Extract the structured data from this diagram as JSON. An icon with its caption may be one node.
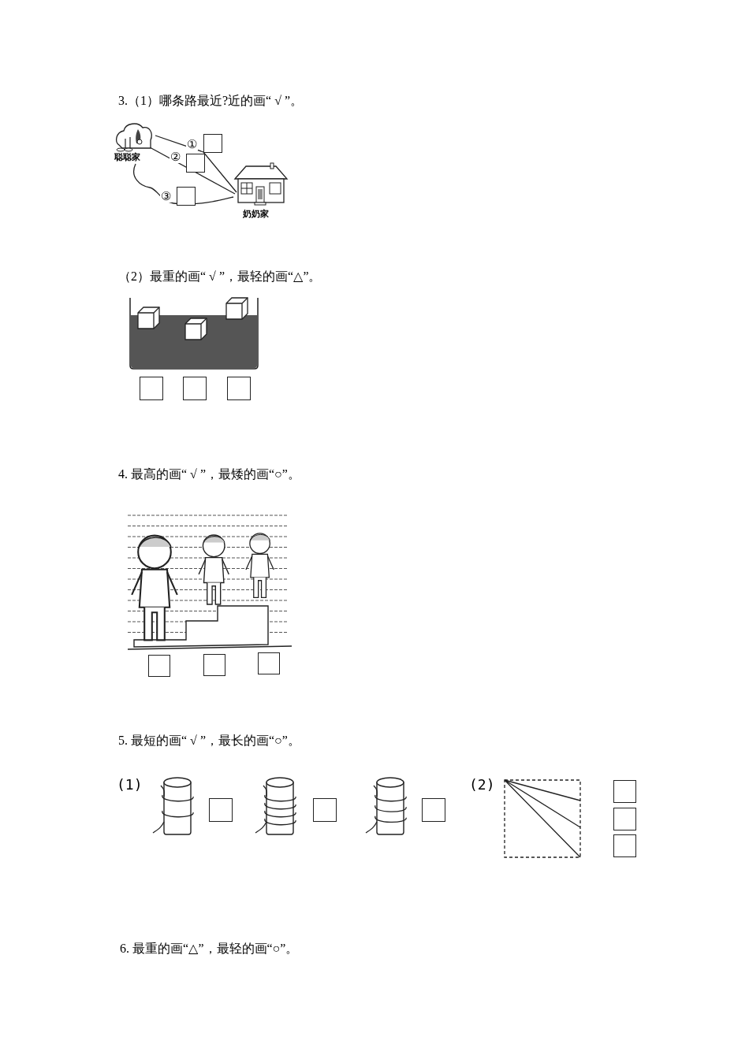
{
  "diagram": {
    "nodes": [
      {
        "text": [
          "聪聪家"
        ]
      },
      {
        "text": [
          "奶奶家"
        ]
      }
    ],
    "edges": [
      {
        "from": 0,
        "to": 1,
        "arrow": "none",
        "label": "①"
      },
      {
        "from": 0,
        "to": 1,
        "arrow": "none",
        "label": "②"
      },
      {
        "from": 0,
        "to": 1,
        "arrow": "none",
        "label": "③"
      }
    ],
    "labels": [
      "3.（1）哪条路最近?近的画“ √ ”。",
      "（2）最重的画“ √ ”，最轻的画“△”。",
      "4. 最高的画“ √ ”，最矮的画“○”。",
      "5. 最短的画“ √ ”，最长的画“○”。",
      "(1)",
      "(2)",
      "6. 最重的画“△”，最轻的画“○”。"
    ]
  }
}
